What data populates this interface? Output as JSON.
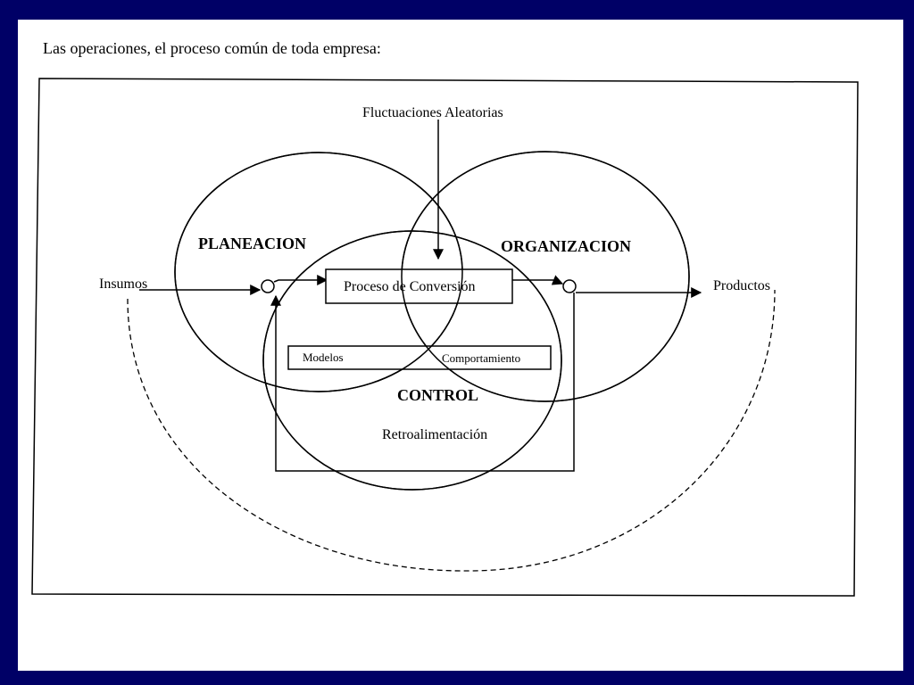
{
  "title": "Las operaciones, el proceso común de toda empresa:",
  "diagram": {
    "fluctuaciones": "Fluctuaciones Aleatorias",
    "planeacion": "PLANEACION",
    "organizacion": "ORGANIZACION",
    "control": "CONTROL",
    "insumos": "Insumos",
    "productos": "Productos",
    "proceso": "Proceso  de  Conversión",
    "modelos": "Modelos",
    "comportamiento": "Comportamiento",
    "retroalimentacion": "Retroalimentación"
  },
  "colors": {
    "background": "#000066",
    "slide": "#ffffff",
    "ink": "#000000"
  }
}
